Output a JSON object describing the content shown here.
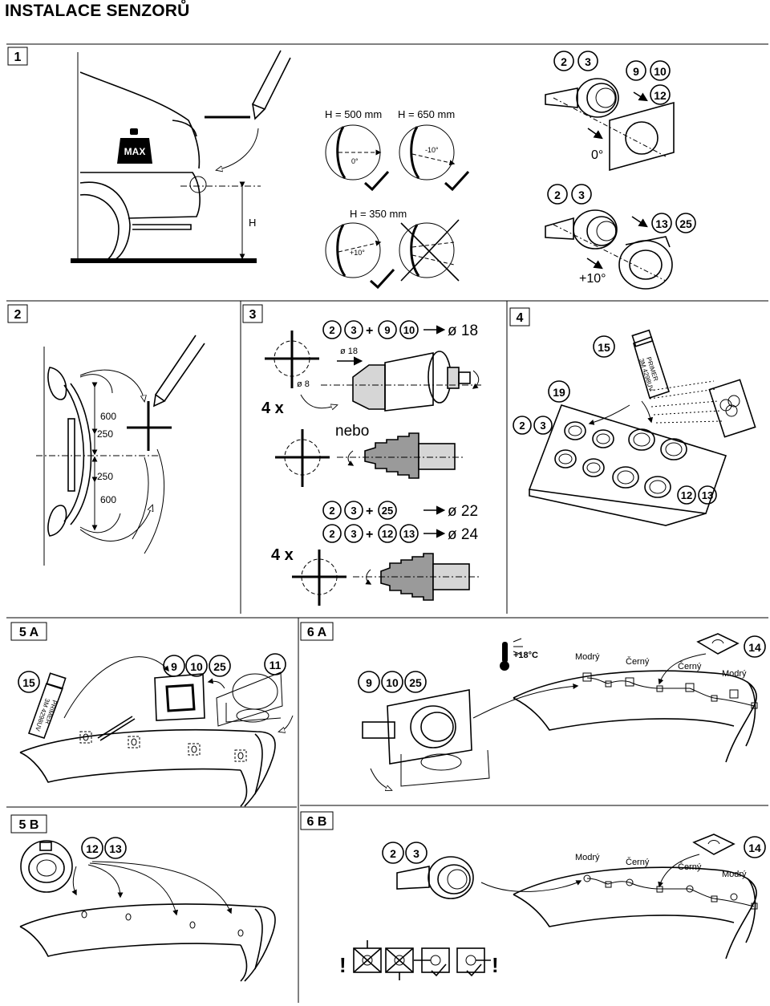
{
  "title": "INSTALACE SENZORŮ",
  "panels": {
    "p1": "1",
    "p2": "2",
    "p3": "3",
    "p4": "4",
    "p5a": "5 A",
    "p5b": "5 B",
    "p6a": "6 A",
    "p6b": "6 B"
  },
  "step1": {
    "max_label": "MAX",
    "h_label": "H",
    "h500": "H = 500 mm",
    "h650": "H = 650 mm",
    "h350": "H = 350 mm",
    "angle_0": "0°",
    "angle_m10": "-10°",
    "angle_p10": "+10°",
    "right_angle_0": "0°",
    "right_angle_p10": "+10°",
    "parts_a": [
      "2",
      "3"
    ],
    "parts_b": [
      "9",
      "10"
    ],
    "part_12": "12",
    "parts_c": [
      "2",
      "3"
    ],
    "parts_d": [
      "13",
      "25"
    ]
  },
  "step2": {
    "dims": [
      "600",
      "250",
      "250",
      "600"
    ]
  },
  "step3": {
    "row1_parts": [
      "2",
      "3",
      "9",
      "10"
    ],
    "row1_dia": "ø 18",
    "d18": "ø 18",
    "d8": "ø 8",
    "times1": "4 x",
    "nebo": "nebo",
    "row2_parts": [
      "2",
      "3",
      "25"
    ],
    "row2_dia": "ø 22",
    "row3_parts": [
      "2",
      "3",
      "12",
      "13"
    ],
    "row3_dia": "ø 24",
    "times2": "4 x",
    "plus": "+"
  },
  "step4": {
    "part15": "15",
    "part19": "19",
    "parts23": [
      "2",
      "3"
    ],
    "parts1213": [
      "12",
      "13"
    ],
    "primer": "PRIMER",
    "primer_code": "3M 4298UV"
  },
  "step5a": {
    "part15": "15",
    "parts": [
      "9",
      "10",
      "25"
    ],
    "part11": "11",
    "primer": "PRIMER",
    "primer_code": "3M 4298UV"
  },
  "step5b": {
    "parts": [
      "12",
      "13"
    ]
  },
  "step6a": {
    "parts": [
      "9",
      "10",
      "25"
    ],
    "temp": "+18°C",
    "part14": "14",
    "colors": [
      "Modrý",
      "Černý",
      "Černý",
      "Modrý"
    ]
  },
  "step6b": {
    "parts": [
      "2",
      "3"
    ],
    "part14": "14",
    "colors": [
      "Modrý",
      "Černý",
      "Černý",
      "Modrý"
    ],
    "warn": "!"
  }
}
